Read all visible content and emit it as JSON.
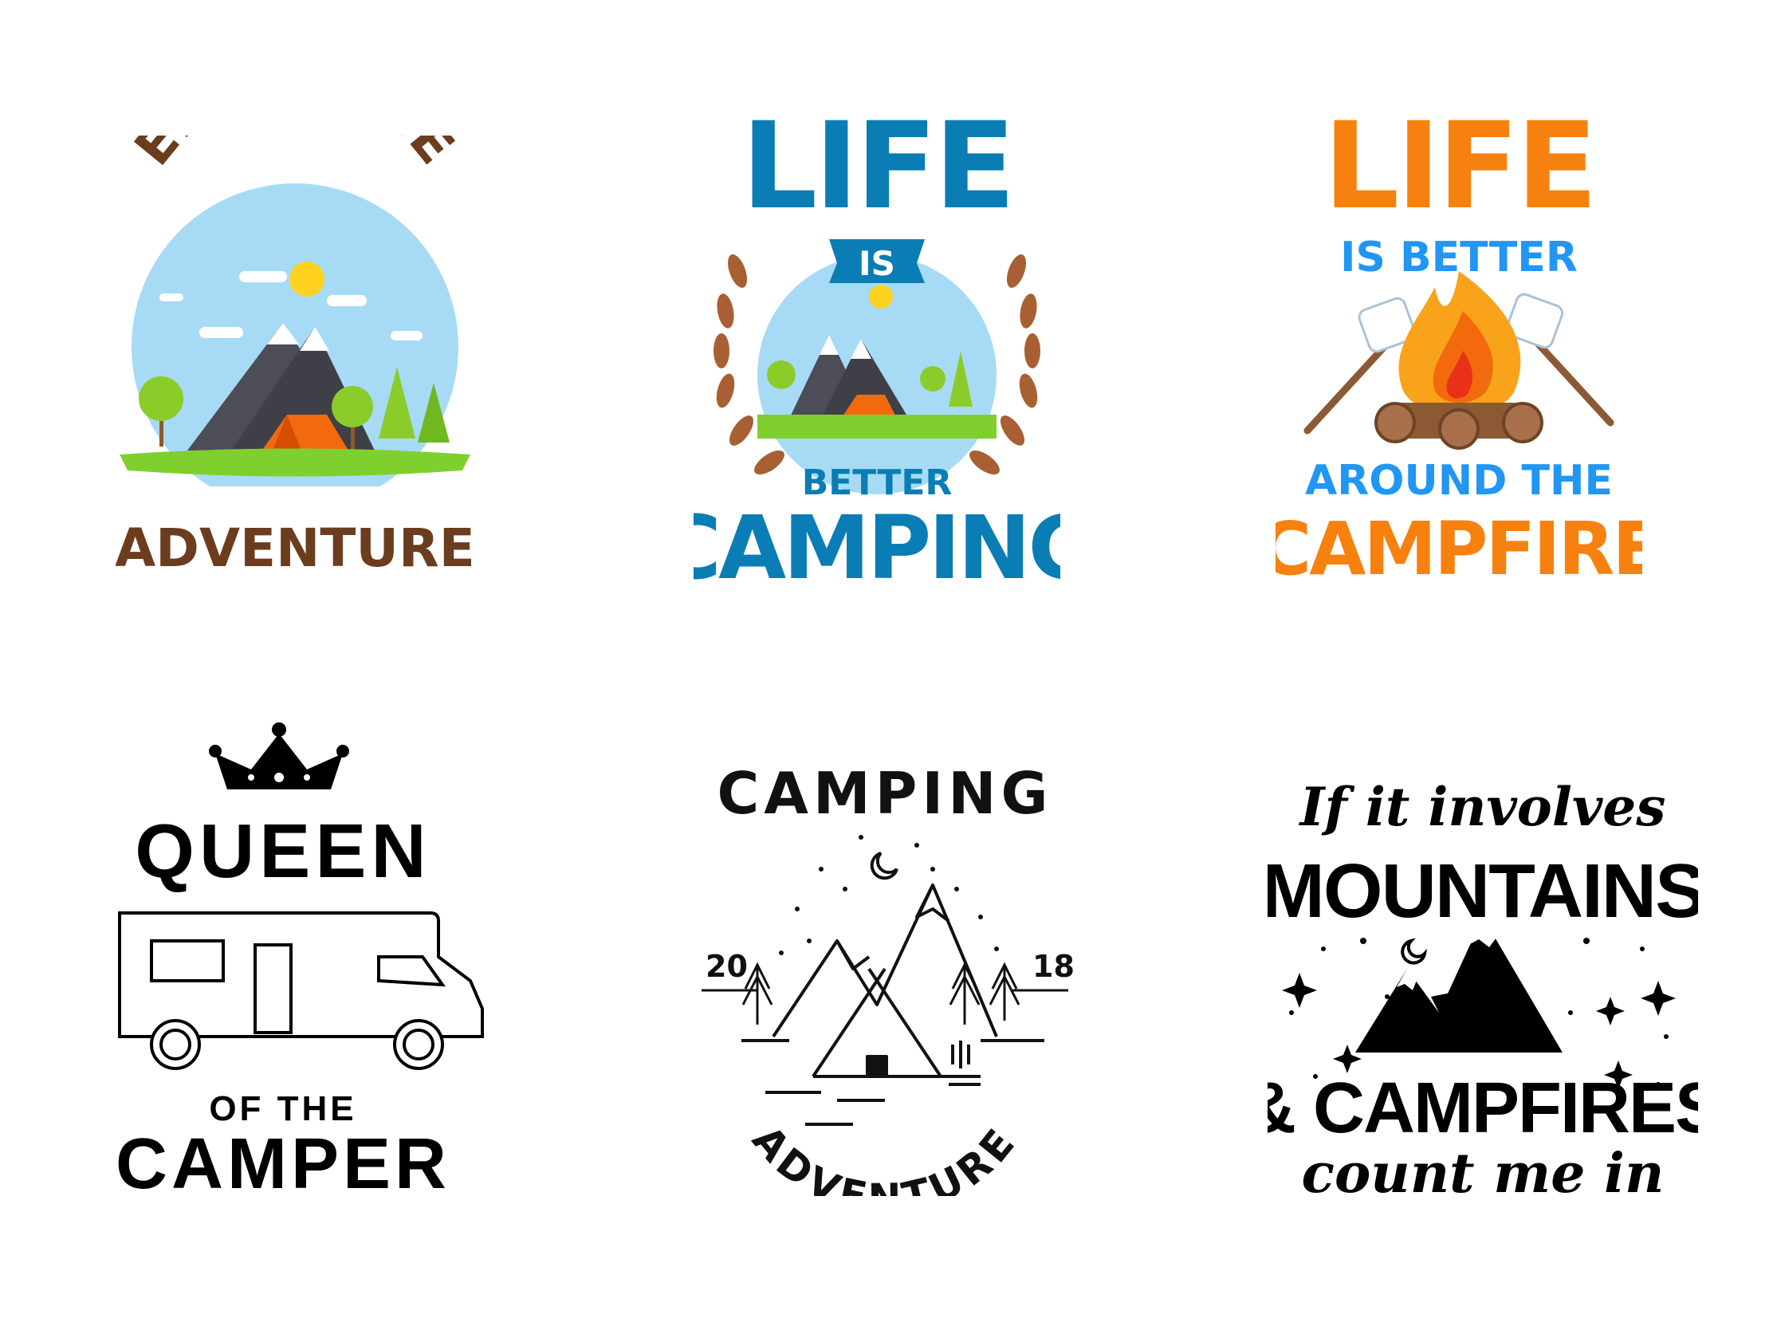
{
  "badges": {
    "enjoy": {
      "top": "ENJOY THE",
      "bottom": "ADVENTURE",
      "color": "#6b3d1e"
    },
    "life_camping": {
      "line1": "LIFE",
      "line2": "IS",
      "line3": "BETTER",
      "line4": "CAMPING",
      "color": "#0b7db5"
    },
    "life_campfire": {
      "line1": "LIFE",
      "line2": "IS BETTER",
      "line3": "AROUND THE",
      "line4": "CAMPFIRE",
      "orange": "#f7810f",
      "blue": "#2196f3"
    },
    "queen": {
      "line1": "QUEEN",
      "line2": "OF THE",
      "line3": "CAMPER",
      "color": "#000000"
    },
    "camping_adventure": {
      "top": "CAMPING",
      "year_left": "20",
      "year_right": "18",
      "bottom": "ADVENTURE",
      "color": "#111111"
    },
    "mountains": {
      "line1": "If it involves",
      "line2": "MOUNTAINS",
      "line3": "& CAMPFIRES",
      "line4": "count me in",
      "color": "#000000"
    }
  }
}
